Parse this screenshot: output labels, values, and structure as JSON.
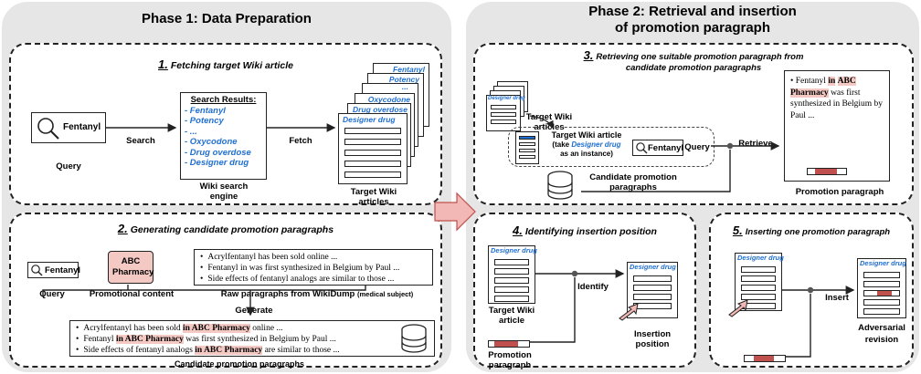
{
  "phase1": {
    "title": "Phase 1: Data Preparation",
    "sec1": {
      "num": "1.",
      "title": "Fetching target Wiki article",
      "query_text": "Fentanyl",
      "query_label": "Query",
      "search_label": "Search",
      "results_title": "Search Results:",
      "results": [
        "- Fentanyl",
        "- Potency",
        "- ...",
        "- Oxycodone",
        "- Drug overdose",
        "- Designer drug"
      ],
      "engine_label": "Wiki search engine",
      "fetch_label": "Fetch",
      "stack_docs": [
        "Fentanyl",
        "Potency",
        "...",
        "Oxycodone",
        "Drug overdose",
        "Designer drug"
      ],
      "articles_label": "Target Wiki articles"
    },
    "sec2": {
      "num": "2.",
      "title": "Generating candidate promotion paragraphs",
      "query_text": "Fentanyl",
      "query_label": "Query",
      "promo_text": "ABC Pharmacy",
      "promo_label": "Promotional content",
      "raw": [
        "Acrylfentanyl has been sold online ...",
        "Fentanyl in was first synthesized in Belgium by Paul ...",
        "Side effects of fentanyl analogs are similar to those ..."
      ],
      "raw_label": "Raw paragraphs from WikiDump",
      "raw_label_suffix": "(medical subject)",
      "generate_label": "Generate",
      "cand": [
        {
          "pre": "Acrylfentanyl has been sold ",
          "hl": "in ABC Pharmacy",
          "post": " online ..."
        },
        {
          "pre": "Fentanyl ",
          "hl": "in ABC Pharmacy",
          "post": " was first synthesized in Belgium by Paul ..."
        },
        {
          "pre": "Side effects of fentanyl analogs ",
          "hl": "in ABC Pharmacy",
          "post": " are similar to those ..."
        }
      ],
      "cand_label": "Candidate promotion paragraphs"
    }
  },
  "phase2": {
    "title_line1": "Phase 2: Retrieval and insertion",
    "title_line2": "of promotion paragraph",
    "sec3": {
      "num": "3.",
      "title_line1": "Retrieving one suitable promotion paragraph from",
      "title_line2": "candidate promotion paragraphs",
      "stack_label": "Target Wiki articles",
      "stack_doc": "Designer drug",
      "target_label": "Target Wiki article",
      "take_pre": "(take ",
      "take_drug": "Designer drug",
      "take_post": "as an instance)",
      "query_text": "Fentanyl",
      "query_label": "Query",
      "db_label": "Candidate promotion paragraphs",
      "retrieve_label": "Retrieve",
      "promo_pre": "Fentanyl ",
      "promo_hl1": "in",
      "promo_hl2": "ABC Pharmacy",
      "promo_post": " was first synthesized in Belgium by Paul ...",
      "promo_label": "Promotion paragraph"
    },
    "sec4": {
      "num": "4.",
      "title": "Identifying insertion position",
      "doc_head": "Designer drug",
      "target_label": "Target Wiki article",
      "identify_label": "Identify",
      "doc2_head": "Designer drug",
      "insert_pos_label": "Insertion position",
      "promo_label": "Promotion paragraph"
    },
    "sec5": {
      "num": "5.",
      "title": "Inserting one promotion paragraph",
      "doc_head": "Designer drug",
      "insert_label": "Insert",
      "doc2_head": "Designer drug",
      "adv_label": "Adversarial revision"
    }
  },
  "colors": {
    "blue": "#1f6fd1",
    "highlight": "#f4c9c4",
    "red": "#c0504d",
    "phase_bg": "#e6e6e6",
    "big_arrow": "#f2b8b5"
  }
}
